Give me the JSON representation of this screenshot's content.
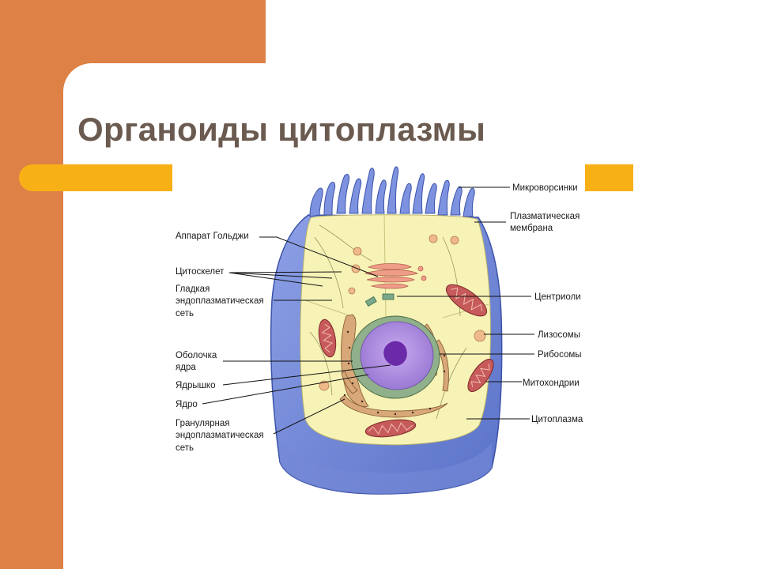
{
  "slide": {
    "title": "Органоиды цитоплазмы"
  },
  "labels": {
    "left": {
      "golgi": "Аппарат Гольджи",
      "cytoskeleton": "Цитоскелет",
      "smooth_er_1": "Гладкая",
      "smooth_er_2": "эндоплазматическая",
      "smooth_er_3": "сеть",
      "nuclear_envelope_1": "Оболочка",
      "nuclear_envelope_2": "ядра",
      "nucleolus": "Ядрышко",
      "nucleus": "Ядро",
      "rough_er_1": "Гранулярная",
      "rough_er_2": "эндоплазматическая",
      "rough_er_3": "сеть"
    },
    "right": {
      "microvilli": "Микроворсинки",
      "plasma_membrane_1": "Плазматическая",
      "plasma_membrane_2": "мембрана",
      "centrioles": "Центриоли",
      "lysosomes": "Лизосомы",
      "ribosomes": "Рибосомы",
      "mitochondria": "Митохондрии",
      "cytoplasm": "Цитоплазма"
    }
  },
  "colors": {
    "orange": "#dd8146",
    "accent_bar": "#f8b017",
    "title_text": "#6b5a50",
    "cell_wall": "#6f86d8",
    "cytoplasm": "#f7f3b6",
    "nucleus": "#a683d8",
    "mitochondria": "#c75a5a"
  }
}
